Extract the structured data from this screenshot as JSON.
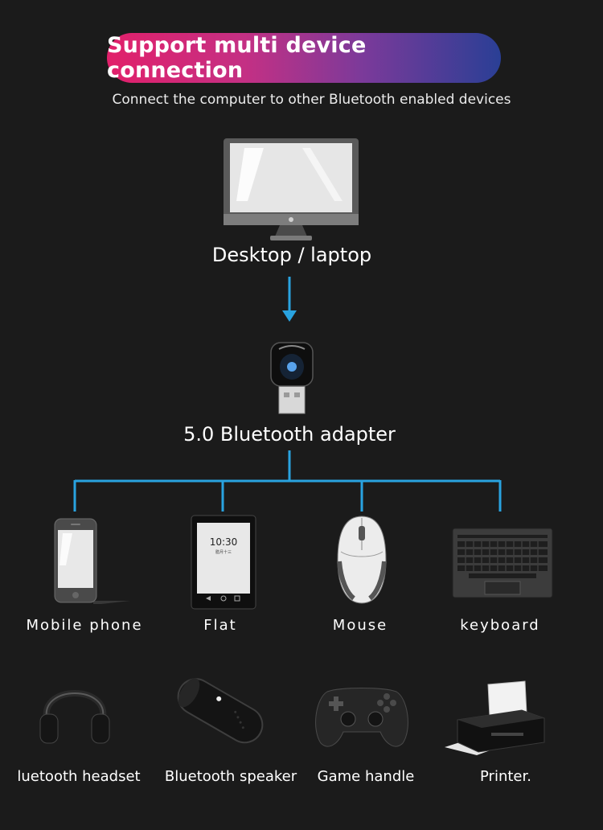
{
  "header": {
    "title": "Support multi device connection",
    "subtitle": "Connect the computer to other Bluetooth enabled devices"
  },
  "hub": {
    "source_label": "Desktop / laptop",
    "adapter_label": "5.0 Bluetooth adapter"
  },
  "devices_row1": [
    {
      "label": "Mobile phone",
      "icon": "mobile-phone-icon"
    },
    {
      "label": "Flat",
      "icon": "tablet-icon"
    },
    {
      "label": "Mouse",
      "icon": "mouse-icon"
    },
    {
      "label": "keyboard",
      "icon": "keyboard-icon"
    }
  ],
  "devices_row2": [
    {
      "label": "luetooth headset",
      "icon": "headset-icon"
    },
    {
      "label": "Bluetooth speaker",
      "icon": "speaker-icon"
    },
    {
      "label": "Game handle",
      "icon": "gamepad-icon"
    },
    {
      "label": "Printer.",
      "icon": "printer-icon"
    }
  ],
  "tablet_screen": {
    "time": "10:30",
    "date": "腊月十三"
  },
  "colors": {
    "background": "#1b1b1b",
    "connector": "#29a3e0",
    "banner_start": "#e1206a",
    "banner_end": "#2a3f95"
  }
}
